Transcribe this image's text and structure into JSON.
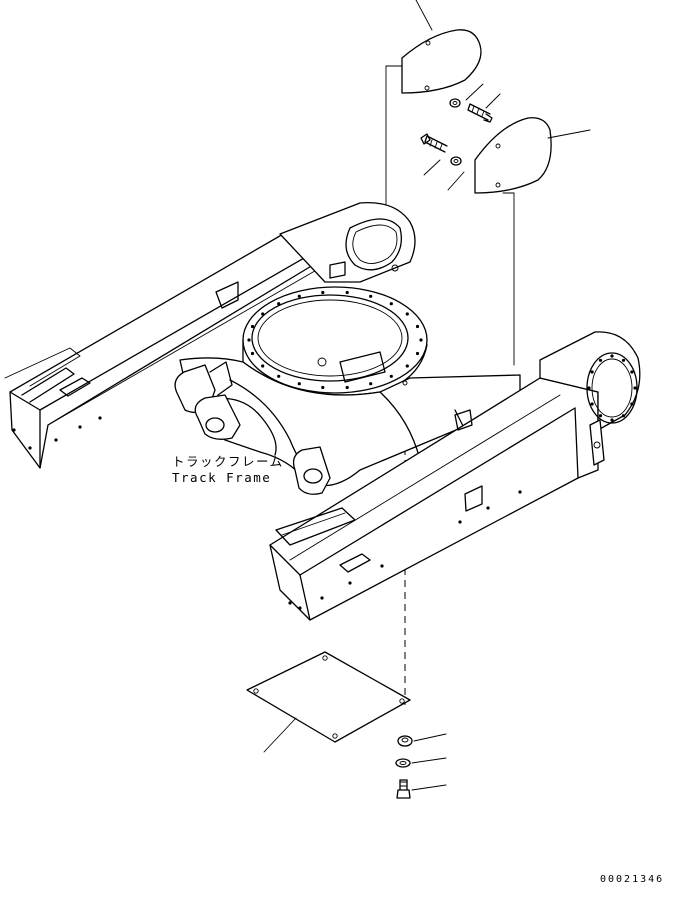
{
  "part_label": {
    "japanese": "トラックフレーム",
    "english": "Track Frame"
  },
  "drawing_code": "00021346"
}
